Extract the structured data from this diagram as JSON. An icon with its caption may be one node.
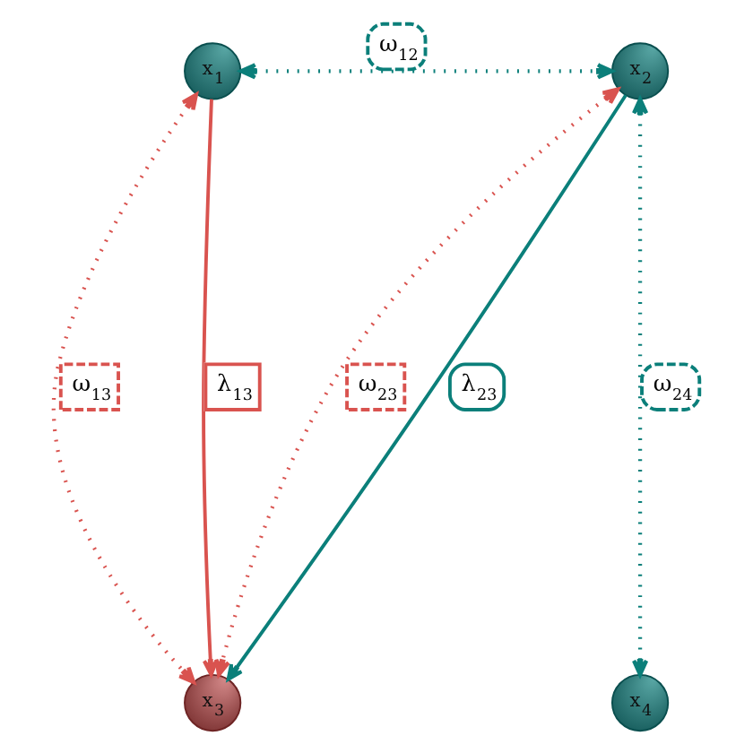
{
  "diagram": {
    "nodes": [
      {
        "text": [
          "x$_{1}$"
        ]
      },
      {
        "text": [
          "x$_{2}$"
        ]
      },
      {
        "text": [
          "x$_{3}$"
        ]
      },
      {
        "text": [
          "x$_{4}$"
        ]
      }
    ],
    "edges": [
      {
        "from": 0,
        "to": 1,
        "arrow": "both",
        "label": "ω$_{12}$",
        "style": "dashed",
        "color": "#0b7f7a"
      },
      {
        "from": 0,
        "to": 2,
        "arrow": "both",
        "label": "ω$_{13}$",
        "style": "dashed",
        "color": "#d9534f"
      },
      {
        "from": 0,
        "to": 2,
        "arrow": "to",
        "label": "λ$_{13}$",
        "color": "#d9534f"
      },
      {
        "from": 1,
        "to": 2,
        "arrow": "both",
        "label": "ω$_{23}$",
        "style": "dashed",
        "color": "#d9534f"
      },
      {
        "from": 1,
        "to": 2,
        "arrow": "to",
        "label": "λ$_{23}$",
        "color": "#0b7f7a"
      },
      {
        "from": 1,
        "to": 3,
        "arrow": "both",
        "label": "ω$_{24}$",
        "style": "dashed",
        "color": "#0b7f7a"
      }
    ]
  }
}
